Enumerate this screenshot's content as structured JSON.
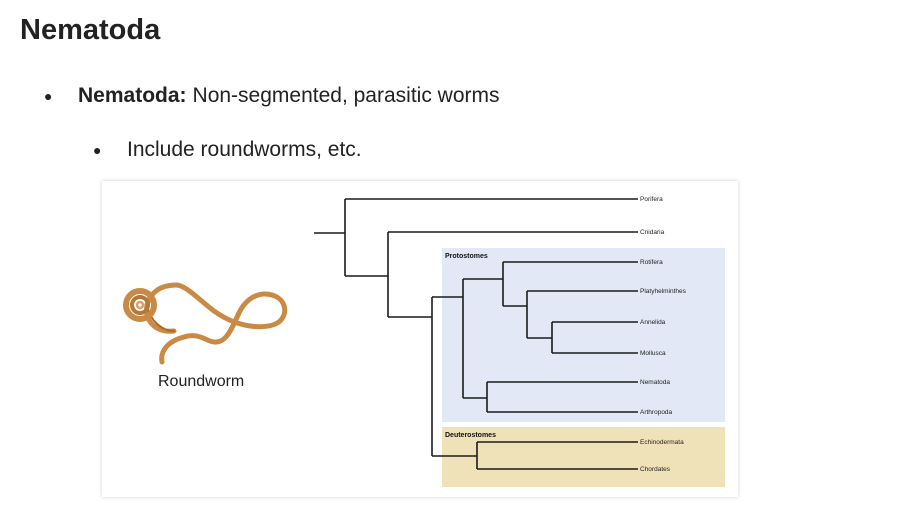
{
  "slide": {
    "title": "Nematoda",
    "bullet_term": "Nematoda:",
    "bullet_text": "Non-segmented, parasitic worms",
    "sub_bullet": "Include roundworms, etc.",
    "bullet_glyph": "●"
  },
  "figure": {
    "worm_label": "Roundworm",
    "groups": {
      "protostomes": "Protostomes",
      "deuterostomes": "Deuterostomes"
    },
    "taxa": [
      "Porifera",
      "Cnidaria",
      "Rotifera",
      "Platyhelminthes",
      "Annelida",
      "Mollusca",
      "Nematoda",
      "Arthropoda",
      "Echinodermata",
      "Chordates"
    ]
  },
  "colors": {
    "protostome_box": "#e3e8f7",
    "deuterostome_box": "#f0e2b8",
    "worm": "#c98a45",
    "tree_line": "#1a1a1a"
  }
}
